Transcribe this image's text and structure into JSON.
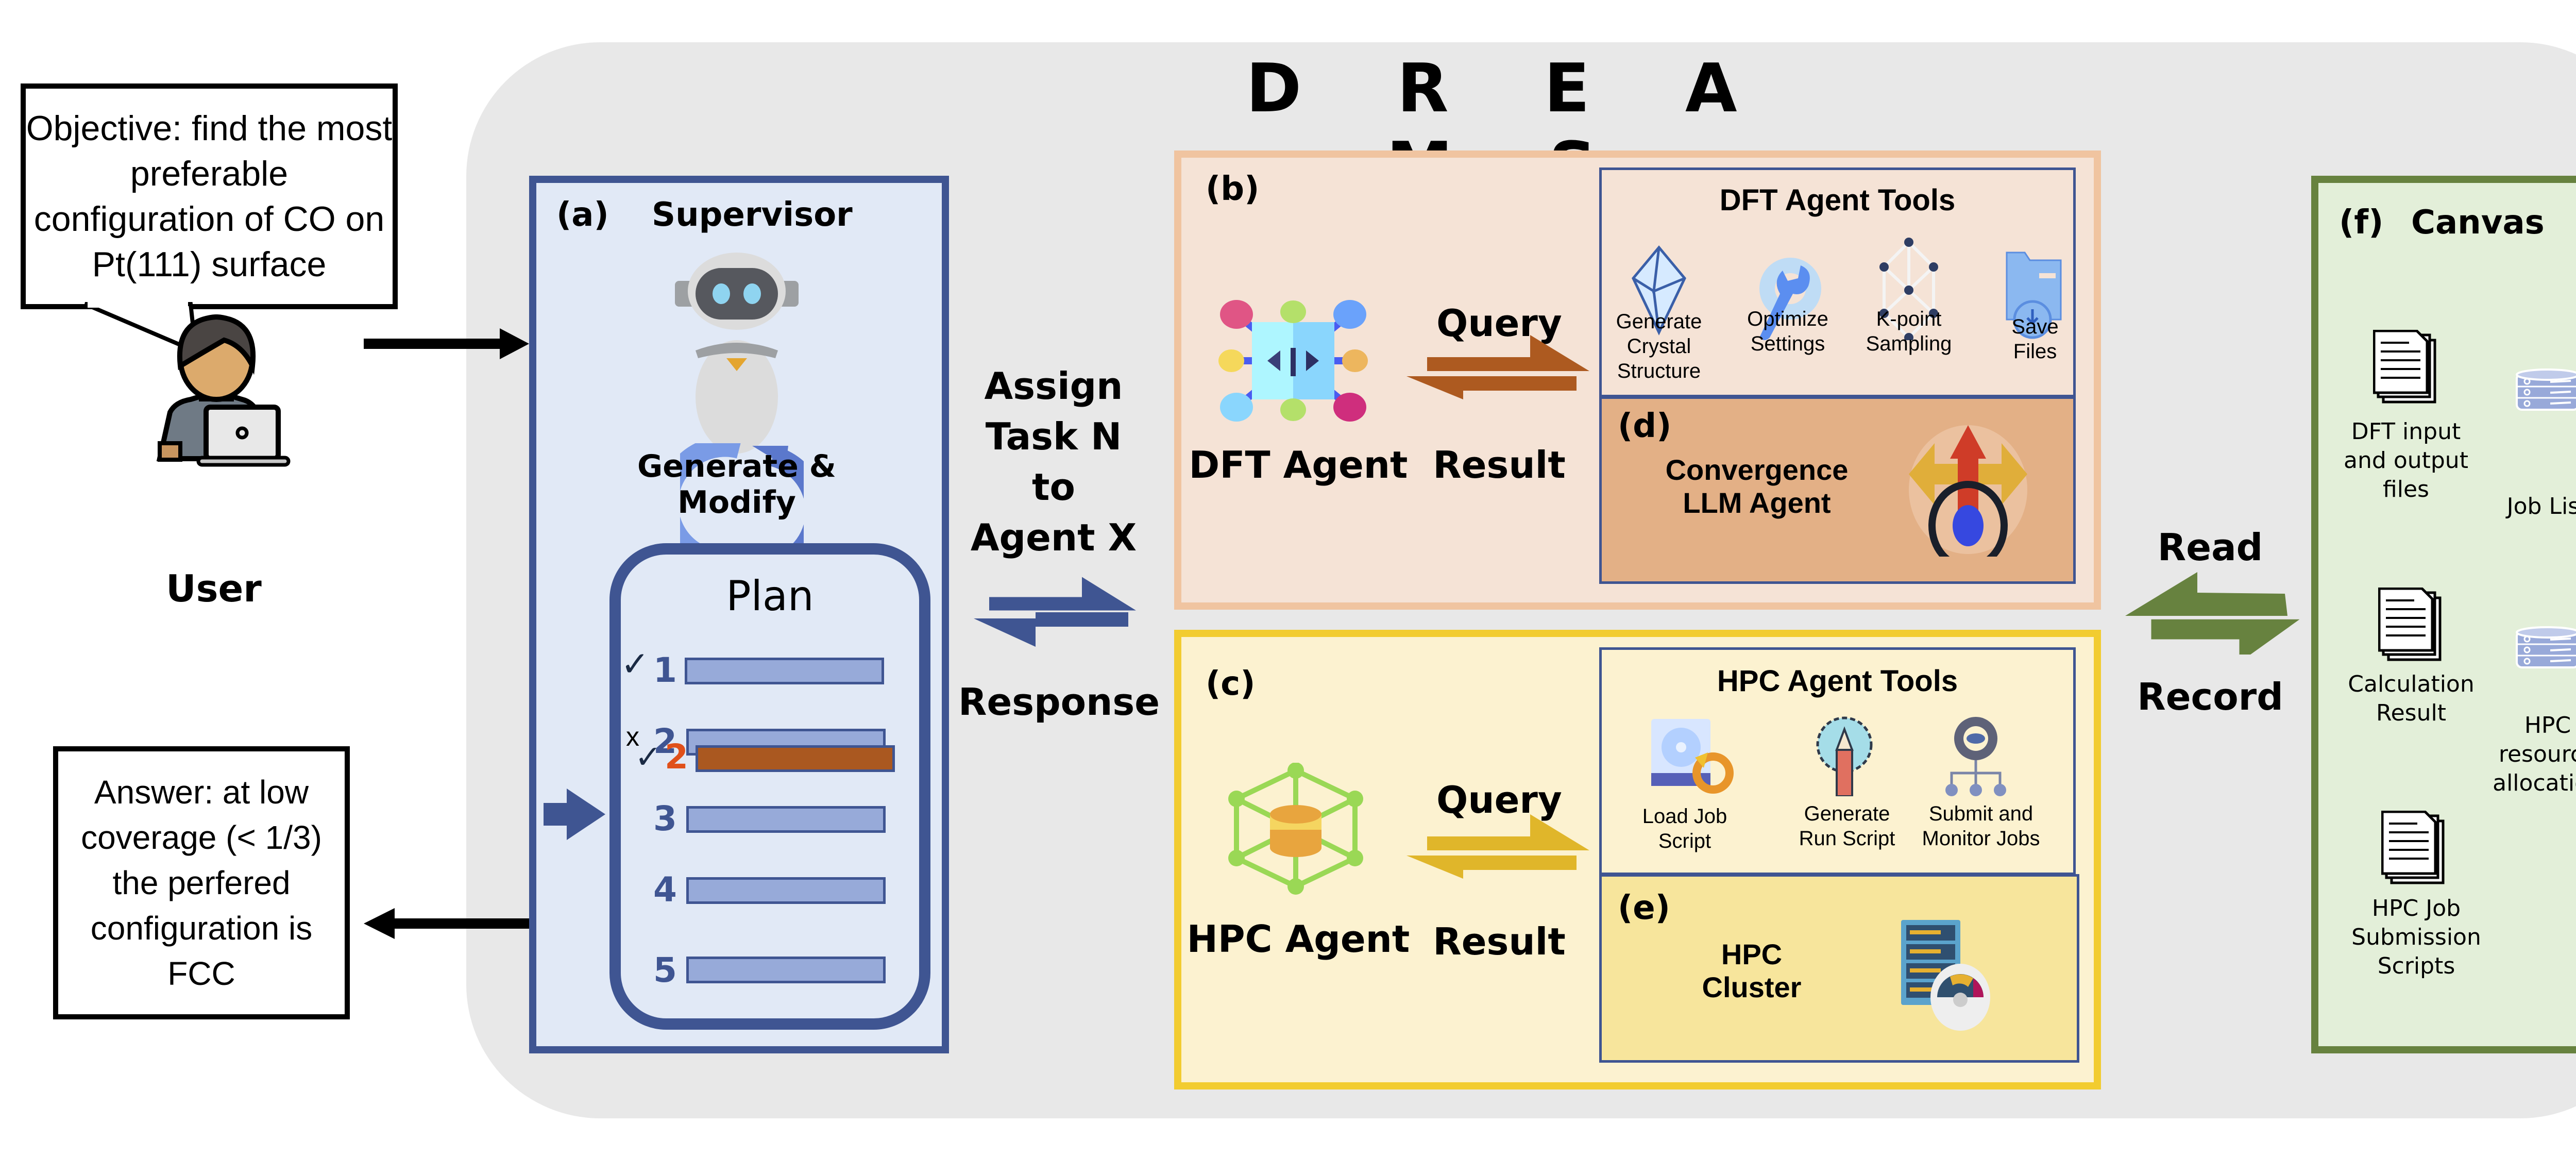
{
  "title": "D R E A M S",
  "user": {
    "objective": "Objective: find the most preferable configuration of CO on Pt(111) surface",
    "label": "User",
    "answer": "Answer: at low coverage (< 1/3) the perfered configuration is FCC"
  },
  "supervisor": {
    "panel_id": "(a)",
    "title": "Supervisor",
    "cycle_label": "Generate & Modify",
    "plan": {
      "title": "Plan",
      "steps": [
        {
          "number": "1",
          "status": "done",
          "mark": "✓"
        },
        {
          "number": "2",
          "status": "failed",
          "mark": "x"
        },
        {
          "number": "2",
          "status": "revised-done",
          "mark": "✓"
        },
        {
          "number": "3",
          "status": "current",
          "mark": ""
        },
        {
          "number": "4",
          "status": "pending",
          "mark": ""
        },
        {
          "number": "5",
          "status": "pending",
          "mark": ""
        }
      ]
    }
  },
  "dispatch": {
    "assign_label": "Assign Task N to Agent X",
    "assign_lines": [
      "Assign",
      "Task N",
      "to",
      "Agent X"
    ],
    "response_label": "Response"
  },
  "dft": {
    "panel_id": "(b)",
    "agent_label": "DFT Agent",
    "query_label": "Query",
    "result_label": "Result",
    "tools_title": "DFT Agent Tools",
    "tools": [
      {
        "icon": "crystal-icon",
        "label": "Generate Crystal Structure",
        "lines": [
          "Generate",
          "Crystal",
          "Structure"
        ]
      },
      {
        "icon": "wrench-gear-icon",
        "label": "Optimize Settings",
        "lines": [
          "Optimize",
          "Settings"
        ]
      },
      {
        "icon": "kpoint-network-icon",
        "label": "K-point Sampling",
        "lines": [
          "K-point",
          "Sampling"
        ]
      },
      {
        "icon": "folder-download-icon",
        "label": "Save Files",
        "lines": [
          "Save",
          "Files"
        ]
      }
    ],
    "sub_panel": {
      "panel_id": "(d)",
      "title_lines": [
        "Convergence",
        "LLM Agent"
      ]
    }
  },
  "hpc": {
    "panel_id": "(c)",
    "agent_label": "HPC Agent",
    "query_label": "Query",
    "result_label": "Result",
    "tools_title": "HPC Agent Tools",
    "tools": [
      {
        "icon": "disk-reload-icon",
        "label": "Load Job Script",
        "lines": [
          "Load Job",
          "Script"
        ]
      },
      {
        "icon": "pencil-gear-icon",
        "label": "Generate Run Script",
        "lines": [
          "Generate",
          "Run Script"
        ]
      },
      {
        "icon": "gear-hierarchy-icon",
        "label": "Submit and Monitor Jobs",
        "lines": [
          "Submit and",
          "Monitor Jobs"
        ]
      }
    ],
    "sub_panel": {
      "panel_id": "(e)",
      "title_lines": [
        "HPC",
        "Cluster"
      ]
    }
  },
  "storage": {
    "read_label": "Read",
    "record_label": "Record"
  },
  "canvas": {
    "panel_id": "(f)",
    "title": "Canvas",
    "documents": [
      {
        "icon": "document-stack-icon",
        "lines": [
          "DFT input",
          "and output",
          "files"
        ]
      },
      {
        "icon": "document-stack-icon",
        "lines": [
          "Calculation",
          "Result"
        ]
      },
      {
        "icon": "document-stack-icon",
        "lines": [
          "HPC Job",
          "Submission",
          "Scripts"
        ]
      }
    ],
    "databases": [
      {
        "icon": "database-icon",
        "lines": [
          "Job List"
        ]
      },
      {
        "icon": "database-icon",
        "lines": [
          "HPC",
          "resource",
          "allocation"
        ]
      }
    ]
  },
  "colors": {
    "supervisor_blue": "#3f5592",
    "dft_orange": "#f0c4a0",
    "dft_arrow": "#ad5a20",
    "hpc_yellow": "#f2cc30",
    "hpc_arrow": "#e0b62a",
    "canvas_green": "#67823f",
    "plan_bar": "#97aad9",
    "revised_bar": "#aa5820",
    "container_gray": "#e8e8e8"
  }
}
